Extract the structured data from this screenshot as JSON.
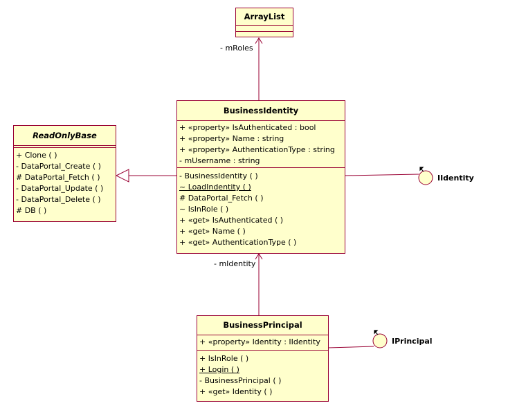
{
  "arraylist": {
    "name": "ArrayList"
  },
  "readonlybase": {
    "name": "ReadOnlyBase",
    "operations": [
      "+ Clone ( )",
      "- DataPortal_Create ( )",
      "# DataPortal_Fetch ( )",
      "- DataPortal_Update ( )",
      "- DataPortal_Delete ( )",
      "# DB ( )"
    ]
  },
  "businessidentity": {
    "name": "BusinessIdentity",
    "attributes": [
      "+ «property» IsAuthenticated : bool",
      "+ «property» Name : string",
      "+ «property» AuthenticationType : string",
      "- mUsername : string"
    ],
    "operations": [
      "- BusinessIdentity ( )",
      "~ LoadIndentity ( )",
      "# DataPortal_Fetch ( )",
      "~ IsInRole ( )",
      "+ «get» IsAuthenticated ( )",
      "+ «get» Name ( )",
      "+ «get» AuthenticationType ( )"
    ]
  },
  "businessprincipal": {
    "name": "BusinessPrincipal",
    "attributes": [
      "+ «property» Identity : IIdentity"
    ],
    "operations": [
      "+ IsInRole ( )",
      "+ Login ( )",
      "- BusinessPrincipal ( )",
      "+ «get» Identity ( )"
    ]
  },
  "labels": {
    "mroles": "- mRoles",
    "midentity": "- mIdentity",
    "iidentity": "IIdentity",
    "iprincipal": "IPrincipal"
  },
  "colors": {
    "fill": "#ffffcc",
    "stroke": "#990033"
  }
}
